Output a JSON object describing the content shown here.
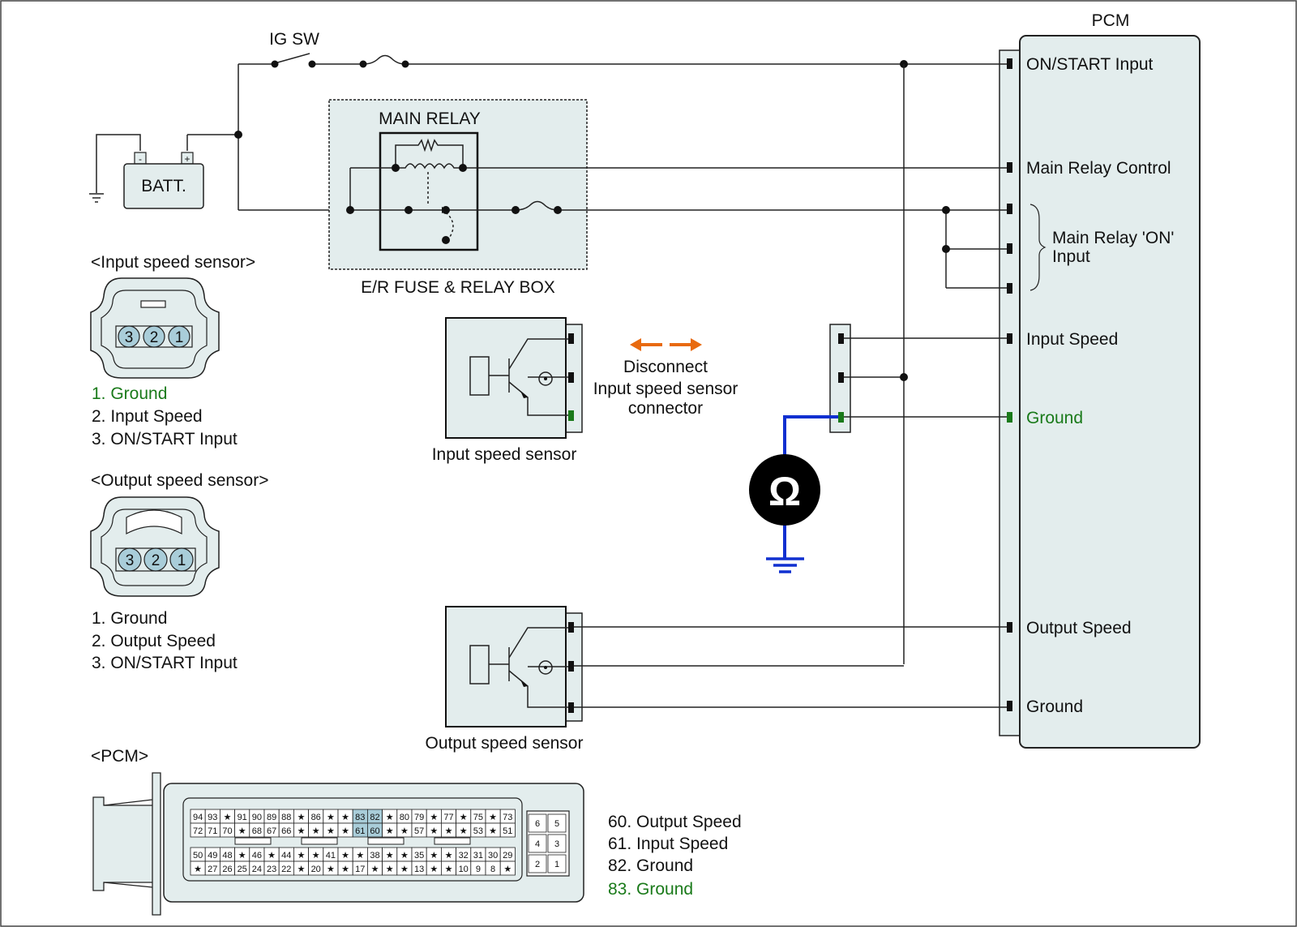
{
  "labels": {
    "ig_sw": "IG SW",
    "batt": "BATT.",
    "batt_minus": "-",
    "batt_plus": "+",
    "main_relay": "MAIN RELAY",
    "fuse_box": "E/R FUSE & RELAY BOX",
    "pcm_title": "PCM",
    "disconnect": [
      "Disconnect",
      "Input speed sensor",
      "connector"
    ],
    "input_sensor_caption": "Input speed sensor",
    "output_sensor_caption": "Output speed sensor",
    "ohm_symbol": "Ω"
  },
  "pcm_pins": {
    "on_start": "ON/START Input",
    "main_relay_control": "Main Relay Control",
    "main_relay_on": [
      "Main Relay 'ON'",
      "Input"
    ],
    "input_speed": "Input Speed",
    "ground_1": "Ground",
    "output_speed": "Output Speed",
    "ground_2": "Ground"
  },
  "input_sensor_legend": {
    "title": "<Input speed sensor>",
    "items": [
      "1. Ground",
      "2. Input Speed",
      "3. ON/START Input"
    ],
    "highlight_index": 0,
    "pins": [
      "3",
      "2",
      "1"
    ]
  },
  "output_sensor_legend": {
    "title": "<Output speed sensor>",
    "items": [
      "1. Ground",
      "2. Output Speed",
      "3. ON/START Input"
    ],
    "pins": [
      "3",
      "2",
      "1"
    ]
  },
  "pcm_connector": {
    "title": "<PCM>",
    "top_rows": [
      [
        "94",
        "93",
        "★",
        "91",
        "90",
        "89",
        "88",
        "★",
        "86",
        "★",
        "★",
        "83",
        "82",
        "★",
        "80",
        "79",
        "★",
        "77",
        "★",
        "75",
        "★",
        "73"
      ],
      [
        "72",
        "71",
        "70",
        "★",
        "68",
        "67",
        "66",
        "★",
        "★",
        "★",
        "★",
        "61",
        "60",
        "★",
        "★",
        "57",
        "★",
        "★",
        "★",
        "53",
        "★",
        "51"
      ]
    ],
    "bottom_rows": [
      [
        "50",
        "49",
        "48",
        "★",
        "46",
        "★",
        "44",
        "★",
        "★",
        "41",
        "★",
        "★",
        "38",
        "★",
        "★",
        "35",
        "★",
        "★",
        "32",
        "31",
        "30",
        "29"
      ],
      [
        "★",
        "27",
        "26",
        "25",
        "24",
        "23",
        "22",
        "★",
        "20",
        "★",
        "★",
        "17",
        "★",
        "★",
        "★",
        "13",
        "★",
        "★",
        "10",
        "9",
        "8",
        "★"
      ]
    ],
    "highlighted_pins": [
      "83",
      "82",
      "61",
      "60"
    ],
    "side_grid": [
      [
        "6",
        "5"
      ],
      [
        "4",
        "3"
      ],
      [
        "2",
        "1"
      ]
    ],
    "legend": [
      "60. Output Speed",
      "61. Input Speed",
      "82. Ground",
      "83. Ground"
    ],
    "legend_highlight_index": 3
  },
  "colors": {
    "line": "#222222",
    "panel_fill": "#e3eded",
    "pin_fill": "#a9cdd9",
    "ground_green": "#1a7a1a",
    "meter_wire_blue": "#1030d0",
    "arrow_orange": "#e86a10"
  }
}
